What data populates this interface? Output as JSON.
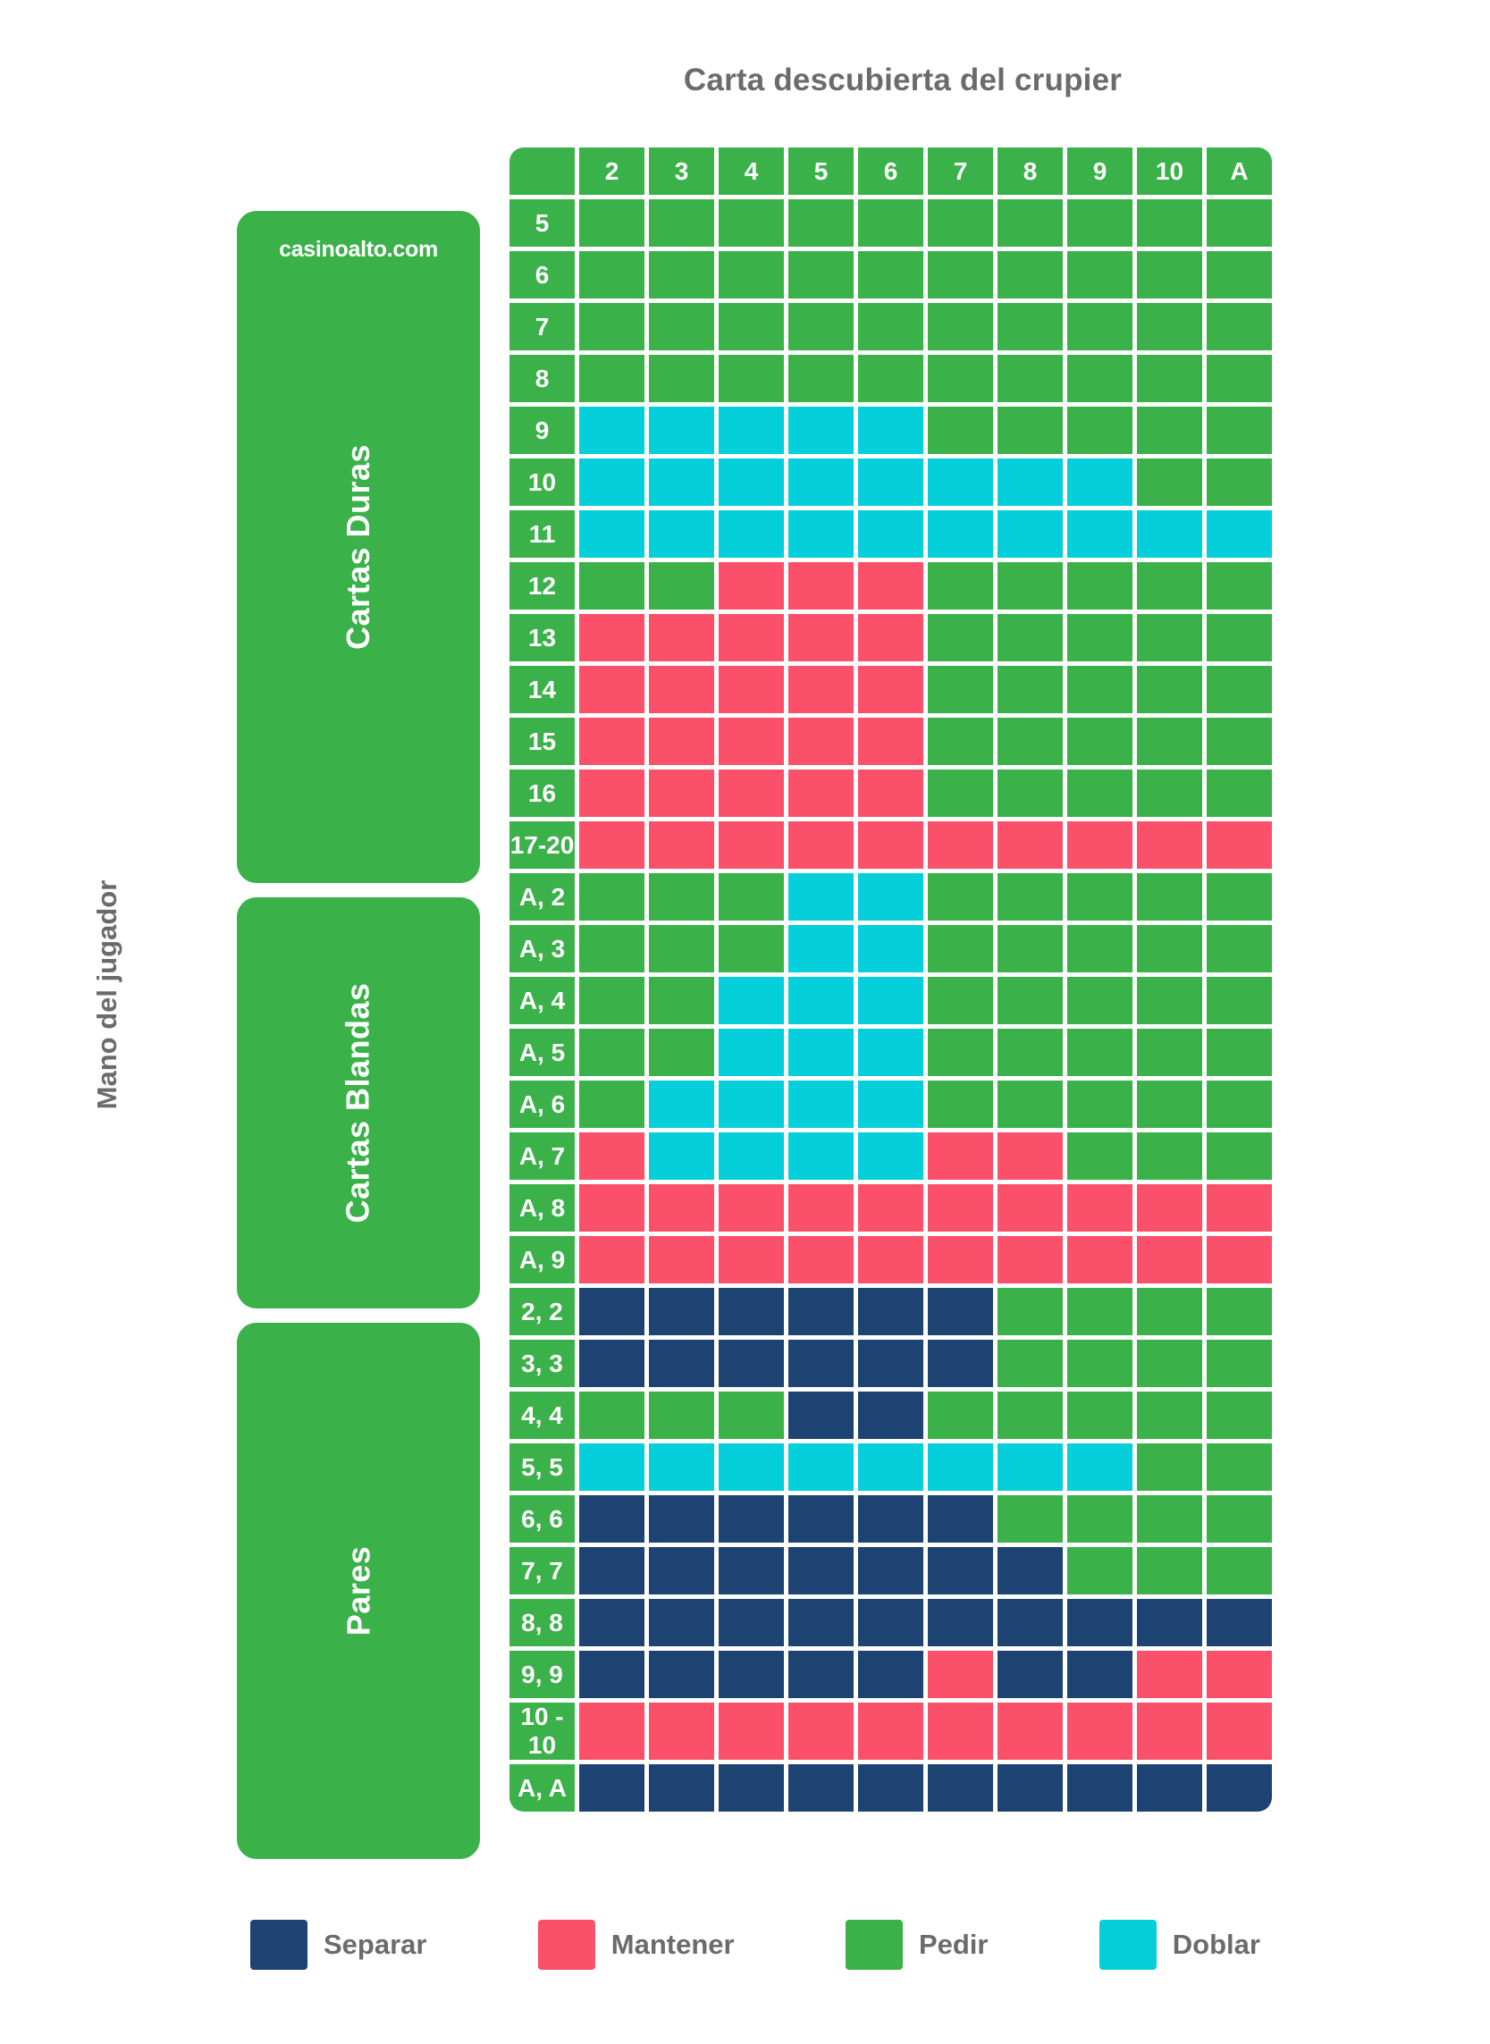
{
  "title": "Carta descubierta del crupier",
  "player_axis_label": "Mano del jugador",
  "brand": "casinoalto.com",
  "sections": [
    {
      "id": "hard",
      "label": "Cartas Duras"
    },
    {
      "id": "soft",
      "label": "Cartas Blandas"
    },
    {
      "id": "pairs",
      "label": "Pares"
    }
  ],
  "colors": {
    "split": "#1c4371",
    "stand": "#fb5069",
    "hit": "#3bb14a",
    "double": "#05cfda",
    "text_grey": "#6b6b6b",
    "background": "#ffffff"
  },
  "legend": [
    {
      "key": "split",
      "label": "Separar",
      "color": "#1c4371"
    },
    {
      "key": "stand",
      "label": "Mantener",
      "color": "#fb5069"
    },
    {
      "key": "hit",
      "label": "Pedir",
      "color": "#3bb14a"
    },
    {
      "key": "double",
      "label": "Doblar",
      "color": "#05cfda"
    }
  ],
  "chart_data": {
    "type": "heatmap",
    "title": "Carta descubierta del crupier",
    "xlabel": "Carta descubierta del crupier",
    "ylabel": "Mano del jugador",
    "legend_position": "bottom",
    "grid": true,
    "columns": [
      "2",
      "3",
      "4",
      "5",
      "6",
      "7",
      "8",
      "9",
      "10",
      "A"
    ],
    "value_key": {
      "hit": "Pedir",
      "stand": "Mantener",
      "double": "Doblar",
      "split": "Separar"
    },
    "rows": [
      {
        "label": "5",
        "section": "hard",
        "values": [
          "hit",
          "hit",
          "hit",
          "hit",
          "hit",
          "hit",
          "hit",
          "hit",
          "hit",
          "hit"
        ]
      },
      {
        "label": "6",
        "section": "hard",
        "values": [
          "hit",
          "hit",
          "hit",
          "hit",
          "hit",
          "hit",
          "hit",
          "hit",
          "hit",
          "hit"
        ]
      },
      {
        "label": "7",
        "section": "hard",
        "values": [
          "hit",
          "hit",
          "hit",
          "hit",
          "hit",
          "hit",
          "hit",
          "hit",
          "hit",
          "hit"
        ]
      },
      {
        "label": "8",
        "section": "hard",
        "values": [
          "hit",
          "hit",
          "hit",
          "hit",
          "hit",
          "hit",
          "hit",
          "hit",
          "hit",
          "hit"
        ]
      },
      {
        "label": "9",
        "section": "hard",
        "values": [
          "double",
          "double",
          "double",
          "double",
          "double",
          "hit",
          "hit",
          "hit",
          "hit",
          "hit"
        ]
      },
      {
        "label": "10",
        "section": "hard",
        "values": [
          "double",
          "double",
          "double",
          "double",
          "double",
          "double",
          "double",
          "double",
          "hit",
          "hit"
        ]
      },
      {
        "label": "11",
        "section": "hard",
        "values": [
          "double",
          "double",
          "double",
          "double",
          "double",
          "double",
          "double",
          "double",
          "double",
          "double"
        ]
      },
      {
        "label": "12",
        "section": "hard",
        "values": [
          "hit",
          "hit",
          "stand",
          "stand",
          "stand",
          "hit",
          "hit",
          "hit",
          "hit",
          "hit"
        ]
      },
      {
        "label": "13",
        "section": "hard",
        "values": [
          "stand",
          "stand",
          "stand",
          "stand",
          "stand",
          "hit",
          "hit",
          "hit",
          "hit",
          "hit"
        ]
      },
      {
        "label": "14",
        "section": "hard",
        "values": [
          "stand",
          "stand",
          "stand",
          "stand",
          "stand",
          "hit",
          "hit",
          "hit",
          "hit",
          "hit"
        ]
      },
      {
        "label": "15",
        "section": "hard",
        "values": [
          "stand",
          "stand",
          "stand",
          "stand",
          "stand",
          "hit",
          "hit",
          "hit",
          "hit",
          "hit"
        ]
      },
      {
        "label": "16",
        "section": "hard",
        "values": [
          "stand",
          "stand",
          "stand",
          "stand",
          "stand",
          "hit",
          "hit",
          "hit",
          "hit",
          "hit"
        ]
      },
      {
        "label": "17-20",
        "section": "hard",
        "values": [
          "stand",
          "stand",
          "stand",
          "stand",
          "stand",
          "stand",
          "stand",
          "stand",
          "stand",
          "stand"
        ]
      },
      {
        "label": "A, 2",
        "section": "soft",
        "values": [
          "hit",
          "hit",
          "hit",
          "double",
          "double",
          "hit",
          "hit",
          "hit",
          "hit",
          "hit"
        ]
      },
      {
        "label": "A, 3",
        "section": "soft",
        "values": [
          "hit",
          "hit",
          "hit",
          "double",
          "double",
          "hit",
          "hit",
          "hit",
          "hit",
          "hit"
        ]
      },
      {
        "label": "A, 4",
        "section": "soft",
        "values": [
          "hit",
          "hit",
          "double",
          "double",
          "double",
          "hit",
          "hit",
          "hit",
          "hit",
          "hit"
        ]
      },
      {
        "label": "A, 5",
        "section": "soft",
        "values": [
          "hit",
          "hit",
          "double",
          "double",
          "double",
          "hit",
          "hit",
          "hit",
          "hit",
          "hit"
        ]
      },
      {
        "label": "A, 6",
        "section": "soft",
        "values": [
          "hit",
          "double",
          "double",
          "double",
          "double",
          "hit",
          "hit",
          "hit",
          "hit",
          "hit"
        ]
      },
      {
        "label": "A, 7",
        "section": "soft",
        "values": [
          "stand",
          "double",
          "double",
          "double",
          "double",
          "stand",
          "stand",
          "hit",
          "hit",
          "hit"
        ]
      },
      {
        "label": "A, 8",
        "section": "soft",
        "values": [
          "stand",
          "stand",
          "stand",
          "stand",
          "stand",
          "stand",
          "stand",
          "stand",
          "stand",
          "stand"
        ]
      },
      {
        "label": "A, 9",
        "section": "soft",
        "values": [
          "stand",
          "stand",
          "stand",
          "stand",
          "stand",
          "stand",
          "stand",
          "stand",
          "stand",
          "stand"
        ]
      },
      {
        "label": "2, 2",
        "section": "pairs",
        "values": [
          "split",
          "split",
          "split",
          "split",
          "split",
          "split",
          "hit",
          "hit",
          "hit",
          "hit"
        ]
      },
      {
        "label": "3, 3",
        "section": "pairs",
        "values": [
          "split",
          "split",
          "split",
          "split",
          "split",
          "split",
          "hit",
          "hit",
          "hit",
          "hit"
        ]
      },
      {
        "label": "4, 4",
        "section": "pairs",
        "values": [
          "hit",
          "hit",
          "hit",
          "split",
          "split",
          "hit",
          "hit",
          "hit",
          "hit",
          "hit"
        ]
      },
      {
        "label": "5, 5",
        "section": "pairs",
        "values": [
          "double",
          "double",
          "double",
          "double",
          "double",
          "double",
          "double",
          "double",
          "hit",
          "hit"
        ]
      },
      {
        "label": "6, 6",
        "section": "pairs",
        "values": [
          "split",
          "split",
          "split",
          "split",
          "split",
          "split",
          "hit",
          "hit",
          "hit",
          "hit"
        ]
      },
      {
        "label": "7, 7",
        "section": "pairs",
        "values": [
          "split",
          "split",
          "split",
          "split",
          "split",
          "split",
          "split",
          "hit",
          "hit",
          "hit"
        ]
      },
      {
        "label": "8, 8",
        "section": "pairs",
        "values": [
          "split",
          "split",
          "split",
          "split",
          "split",
          "split",
          "split",
          "split",
          "split",
          "split"
        ]
      },
      {
        "label": "9, 9",
        "section": "pairs",
        "values": [
          "split",
          "split",
          "split",
          "split",
          "split",
          "stand",
          "split",
          "split",
          "stand",
          "stand"
        ]
      },
      {
        "label": "10 - 10",
        "section": "pairs",
        "values": [
          "stand",
          "stand",
          "stand",
          "stand",
          "stand",
          "stand",
          "stand",
          "stand",
          "stand",
          "stand"
        ]
      },
      {
        "label": "A, A",
        "section": "pairs",
        "values": [
          "split",
          "split",
          "split",
          "split",
          "split",
          "split",
          "split",
          "split",
          "split",
          "split"
        ]
      }
    ]
  }
}
